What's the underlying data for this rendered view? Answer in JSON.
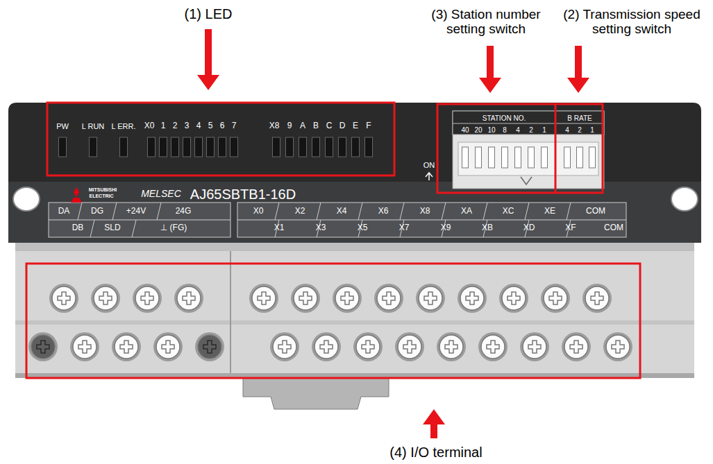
{
  "diagram": {
    "labels": [
      "(1) LED",
      "(3) Station number setting switch",
      "(2) Transmission speed setting switch",
      "(4) I/O terminal",
      "PW",
      "L RUN",
      "L ERR.",
      "X0",
      "1",
      "2",
      "3",
      "4",
      "5",
      "6",
      "7",
      "X8",
      "9",
      "A",
      "B",
      "C",
      "D",
      "E",
      "F",
      "STATION NO.",
      "40",
      "20",
      "10",
      "8",
      "4",
      "2",
      "1",
      "B RATE",
      "4",
      "2",
      "1",
      "ON",
      "MITSUBISHI",
      "ELECTRIC",
      "MELSEC",
      "AJ65SBTB1-16D",
      "DA",
      "DG",
      "+24V",
      "24G",
      "DB",
      "SLD",
      "⊥ (FG)",
      "X0",
      "X2",
      "X4",
      "X6",
      "X8",
      "XA",
      "XC",
      "XE",
      "COM",
      "X1",
      "X3",
      "X5",
      "X7",
      "X9",
      "XB",
      "XD",
      "XF",
      "COM"
    ]
  }
}
